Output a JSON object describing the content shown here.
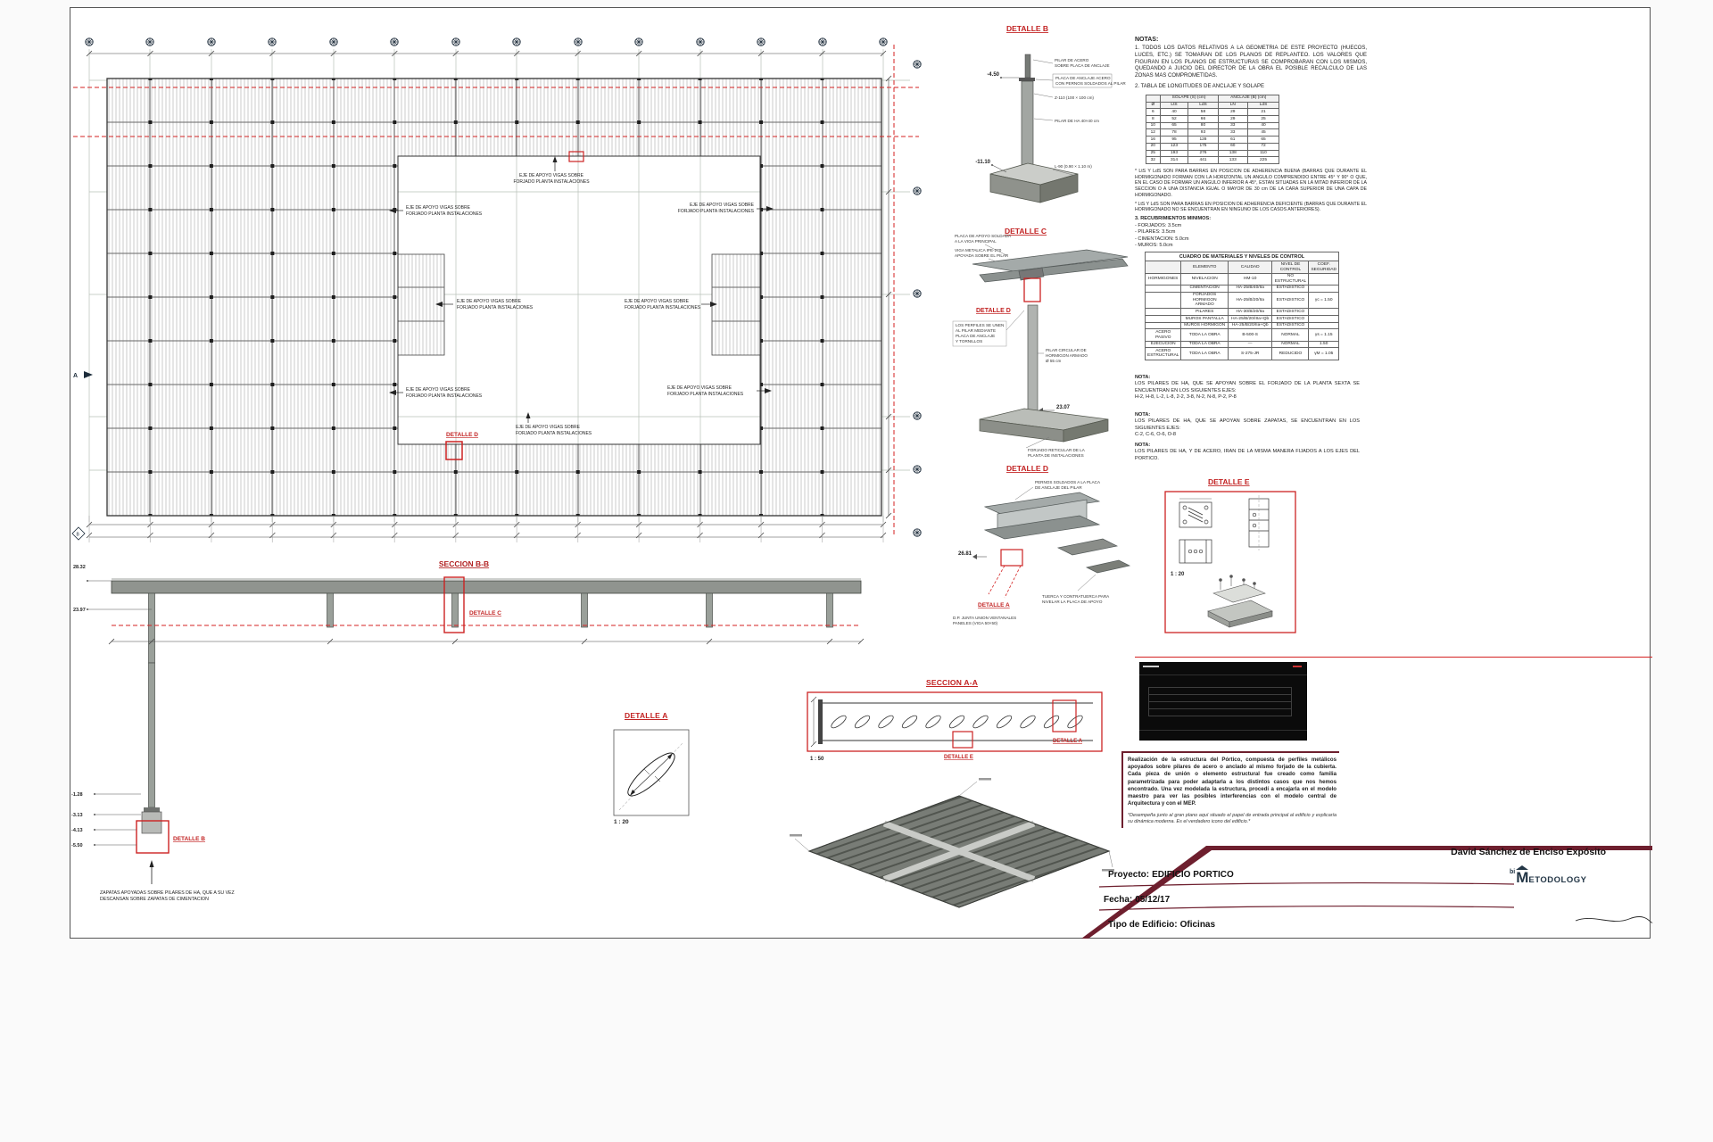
{
  "colors": {
    "detail_red": "#cc2222",
    "title_maroon": "#6e1f2e"
  },
  "plan": {
    "eje_label_l1": "EJE DE APOYO VIGAS SOBRE",
    "eje_label_l2": "FORJADO PLANTA INSTALACIONES",
    "detalle_d": "DETALLE D",
    "marker_a": "A",
    "marker_b": "B"
  },
  "seccion_bb": {
    "title": "SECCION B-B",
    "level_top": "28.32",
    "level_mid": "23.97",
    "detalle_c": "DETALLE C"
  },
  "foundation_detail": {
    "levels": [
      "-1.28",
      "-3.13",
      "-4.13",
      "-5.50"
    ],
    "detalle_b": "DETALLE B",
    "note": "ZAPATAS APOYADAS SOBRE PILARES DE HA, QUE A SU VEZ DESCANSAN SOBRE ZAPATAS DE CIMENTACION"
  },
  "detalle_a": {
    "title": "DETALLE A",
    "scale": "1 : 20"
  },
  "seccion_aa": {
    "title": "SECCION A-A",
    "scale": "1 : 50",
    "detalle_e": "DETALLE E",
    "detalle_a": "DETALLE A"
  },
  "detalle_b_view": {
    "title": "DETALLE B",
    "level_top": "-4.50",
    "level_bottom": "-11.10",
    "label_pilar_acero_1": "PILAR DE ACERO",
    "label_pilar_acero_2": "SOBRE PLACA DE ANCLAJE",
    "label_placa_1": "PLACA DE ANCLAJE ACERO",
    "label_placa_2": "CON PERNOS SOLDADOS AL PILAR",
    "label_z110": "Z-110 (100 × 100 cm)",
    "label_pilar_ha": "PILAR DE HA 40×40 cm",
    "label_l90": "L-90 (0.90 × 1.10 m)"
  },
  "detalle_c_view": {
    "title": "DETALLE C",
    "detalle_d": "DETALLE D",
    "level": "23.07",
    "label_top_1": "PLACA DE APOYO SOLDADA",
    "label_top_2": "A LA VIGA PRINCIPAL",
    "label_viga_1": "VIGA METALICA IPE-270",
    "label_viga_2": "APOYADA SOBRE EL PILAR",
    "label_union_1": "LOS PERFILES SE UNEN",
    "label_union_2": "AL PILAR MEDIANTE",
    "label_union_3": "PLACA DE ANCLAJE",
    "label_union_4": "Y TORNILLOS",
    "label_pilar_1": "PILAR CIRCULAR DE",
    "label_pilar_2": "HORMIGON ARMADO",
    "label_pilar_3": "Ø 55 cm",
    "label_forjado_1": "FORJADO RETICULAR DE LA",
    "label_forjado_2": "PLANTA DE INSTALACIONES"
  },
  "detalle_d_view": {
    "title": "DETALLE D",
    "level": "26.81",
    "detalle_a": "DETALLE A",
    "label_pernos_1": "PERNOS SOLDADOS A LA PLACA",
    "label_pernos_2": "DE ANCLAJE DEL PILAR",
    "label_junta_1": "D.P. JUNTA UNION VENTANALES",
    "label_junta_2": "PANELES (VIGA 50×50)",
    "label_tuerca_1": "TUERCA Y CONTRATUERCA PARA",
    "label_tuerca_2": "NIVELAR LA PLACA DE APOYO"
  },
  "detalle_e_view": {
    "title": "DETALLE E",
    "scale": "1 : 20"
  },
  "notas": {
    "heading": "NOTAS:",
    "p1": "1. TODOS LOS DATOS RELATIVOS A LA GEOMETRIA DE ESTE PROYECTO (HUECOS, LUCES, ETC.) SE TOMARAN DE LOS PLANOS DE REPLANTEO. LOS VALORES QUE FIGURAN EN LOS PLANOS DE ESTRUCTURAS SE COMPROBARAN CON LOS MISMOS, QUEDANDO A JUICIO DEL DIRECTOR DE LA OBRA EL POSIBLE RECALCULO DE LAS ZONAS MAS COMPROMETIDAS.",
    "p2": "2. TABLA DE LONGITUDES DE ANCLAJE Y SOLAPE",
    "star1": "* LtS Y LdS SON PARA BARRAS EN POSICION DE ADHERENCIA BUENA (BARRAS QUE DURANTE EL HORMIGONADO FORMAN CON LA HORIZONTAL UN ANGULO COMPRENDIDO ENTRE 45° Y 90° O QUE, EN EL CASO DE FORMAR UN ANGULO INFERIOR A 45°, ESTAN SITUADAS EN LA MITAD INFERIOR DE LA SECCION O A UNA DISTANCIA IGUAL O MAYOR DE 30 cm DE LA CARA SUPERIOR DE UNA CAPA DE HORMIGONADO.",
    "star2": "* LtS Y LdS SON PARA BARRAS EN POSICION DE ADHERENCIA DEFICIENTE (BARRAS QUE DURANTE EL HORMIGONADO NO SE ENCUENTRAN EN NINGUNO DE LOS CASOS ANTERIORES).",
    "recu_title": "3. RECUBRIMIENTOS MINIMOS:",
    "recu": [
      "- FORJADOS: 3.5cm",
      "- PILARES: 3.5cm",
      "- CIMENTACION: 5.0cm",
      "- MUROS: 5.0cm"
    ]
  },
  "anchor_table": {
    "h_solape": "SOLAPE (S) (cm)",
    "h_anclaje": "ANCLAJE (B) (cm)",
    "h_dia": "Ø",
    "h_lts": "LtS",
    "h_lds": "LdS",
    "h_ln": "LN",
    "h_lds2": "LdS",
    "rows": [
      [
        "6",
        "40",
        "58",
        "29",
        "21"
      ],
      [
        "8",
        "52",
        "66",
        "29",
        "25"
      ],
      [
        "10",
        "65",
        "80",
        "33",
        "40"
      ],
      [
        "12",
        "78",
        "93",
        "33",
        "45"
      ],
      [
        "16",
        "95",
        "128",
        "61",
        "65"
      ],
      [
        "20",
        "123",
        "175",
        "60",
        "72"
      ],
      [
        "25",
        "193",
        "276",
        "138",
        "110"
      ],
      [
        "32",
        "314",
        "441",
        "133",
        "225"
      ]
    ]
  },
  "materials_table": {
    "title": "CUADRO DE MATERIALES Y NIVELES DE CONTROL",
    "headers": [
      "",
      "ELEMENTO",
      "CALIDAD",
      "NIVEL DE CONTROL",
      "COEF. SEGURIDAD"
    ],
    "rows": [
      [
        "HORMIGONES",
        "NIVELACION",
        "HM-10",
        "NO ESTRUCTURAL",
        ""
      ],
      [
        "",
        "CIMENTACION",
        "HA-25/B/40/IIa",
        "ESTADISTICO",
        ""
      ],
      [
        "",
        "FORJADOS HORMIGON ARMADO",
        "HA-25/B/20/IIa",
        "ESTADISTICO",
        "γc = 1.50"
      ],
      [
        "",
        "PILARES",
        "HA-30/B/20/IIa",
        "ESTADISTICO",
        ""
      ],
      [
        "",
        "MUROS PANTALLA",
        "HA-25/B/20/IIIa+Qb",
        "ESTADISTICO",
        ""
      ],
      [
        "",
        "MUROS HORMIGON",
        "HA-25/B/20/IIa+Qb",
        "ESTADISTICO",
        ""
      ],
      [
        "ACERO PASIVO",
        "TODA LA OBRA",
        "B-500-S",
        "NORMAL",
        "γs = 1.15"
      ],
      [
        "EJECUCION",
        "TODA LA OBRA",
        "—",
        "NORMAL",
        "1.50"
      ],
      [
        "ACERO ESTRUCTURAL",
        "TODA LA OBRA",
        "S-275-JR",
        "REDUCIDO",
        "γM = 1.05"
      ]
    ]
  },
  "nota_blocks": [
    {
      "h": "NOTA:",
      "b": "LOS PILARES DE HA, QUE SE APOYAN SOBRE EL FORJADO DE LA PLANTA SEXTA SE ENCUENTRAN EN LOS SIGUIENTES EJES:",
      "e": "H-2, H-8, L-2, L-8, 2-2, 3-8, N-2, N-8, P-2, P-8"
    },
    {
      "h": "NOTA:",
      "b": "LOS PILARES DE HA, QUE SE APOYAN SOBRE ZAPATAS, SE ENCUENTRAN EN LOS SIGUIENTES EJES:",
      "e": "C-2, C-6, O-6, O-8"
    },
    {
      "h": "NOTA:",
      "b": "LOS PILARES DE HA, Y DE ACERO, IRAN DE LA MISMA MANERA FIJADOS A LOS EJES DEL PORTICO.",
      "e": ""
    }
  ],
  "description": {
    "p": "Realización de la estructura del Pórtico, compuesta de perfiles metálicos apoyados sobre pilares de acero o anclado al mismo forjado de la cubierta. Cada pieza de unión o elemento estructural fue creado como familia parametrizada para poder adaptarla a los distintos casos que nos hemos encontrado. Una vez modelada la estructura, procedí a encajarla en el modelo maestro para ver las posibles interferencias con el modelo central de Arquitectura y con el MEP.",
    "note": "*Desempeña junto al gran plano aquí situado el papel de entrada principal al edificio y explicaría su dinámica moderna. Es el verdadero icono del edificio.*"
  },
  "titleblock": {
    "author": "David Sánchez de Enciso Expósito",
    "proyecto_label": "Proyecto:",
    "proyecto_value": "EDIFICIO PORTICO",
    "fecha_label": "Fecha:",
    "fecha_value": "05/12/17",
    "tipo_label": "Tipo de Edificio:",
    "tipo_value": "Oficinas",
    "logo_bi": "bi",
    "logo_m": "M",
    "logo_rest": "ETODOLOGY"
  }
}
